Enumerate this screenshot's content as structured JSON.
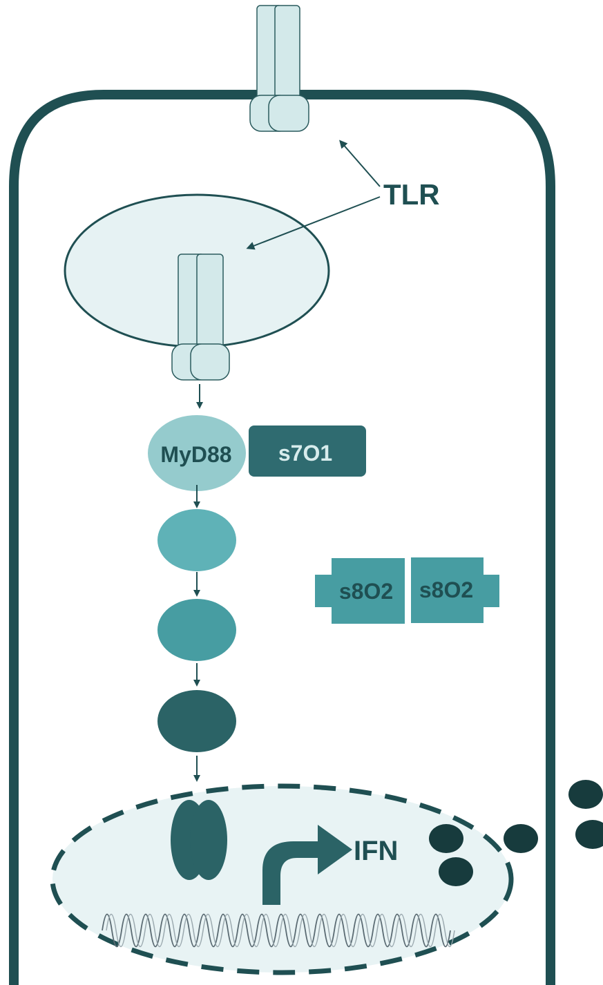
{
  "labels": {
    "receptor": "TLR",
    "adaptor": "MyD88",
    "partner": "s7O1",
    "dimer_left": "s8O2",
    "dimer_right": "s8O2",
    "product": "IFN"
  },
  "colors": {
    "outline": "#1f4f52",
    "cytoplasm": "#ffffff",
    "endosome_fill": "#e6f2f3",
    "receptor_fill": "#d3e9ea",
    "receptor_stroke": "#2a5a5d",
    "myd88": "#95cbcd",
    "partner": "#2f6b70",
    "sig1": "#5fb2b7",
    "sig2": "#479da2",
    "sig3": "#2b6366",
    "dimer": "#479da2",
    "nucleus_fill": "#e8f3f4",
    "dark_dots": "#173b3d",
    "label_dark": "#1f4f52",
    "label_light": "#e6f4f4"
  },
  "icons": [
    "receptor-icon",
    "endosome-icon",
    "nucleus-icon",
    "dna-icon",
    "transcription-arrow-icon",
    "transcription-factor-icon",
    "ifn-molecule-icon"
  ]
}
